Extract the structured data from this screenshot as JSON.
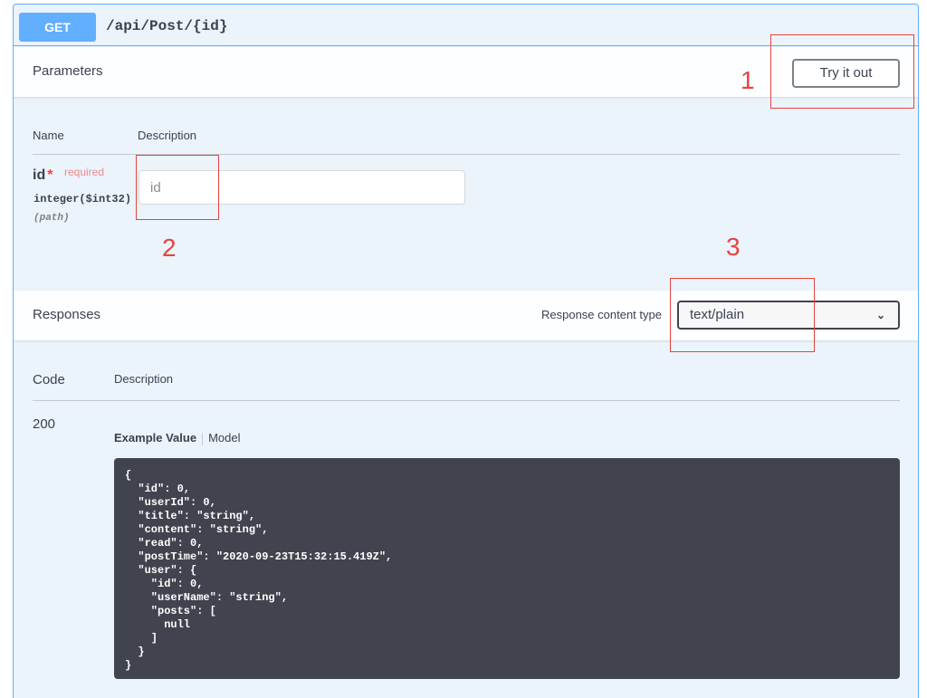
{
  "summary": {
    "method": "GET",
    "path": "/api/Post/{id}"
  },
  "parameters": {
    "title": "Parameters",
    "try_button": "Try it out",
    "col_name": "Name",
    "col_description": "Description",
    "param": {
      "name": "id",
      "star": "*",
      "required": "required",
      "type": "integer($int32)",
      "in": "(path)",
      "placeholder": "id"
    }
  },
  "responses": {
    "title": "Responses",
    "content_type_label": "Response content type",
    "content_type_value": "text/plain",
    "col_code": "Code",
    "col_description": "Description",
    "code": "200",
    "tab_example": "Example Value",
    "tab_model": "Model",
    "example": "{\n  \"id\": 0,\n  \"userId\": 0,\n  \"title\": \"string\",\n  \"content\": \"string\",\n  \"read\": 0,\n  \"postTime\": \"2020-09-23T15:32:15.419Z\",\n  \"user\": {\n    \"id\": 0,\n    \"userName\": \"string\",\n    \"posts\": [\n      null\n    ]\n  }\n}"
  },
  "annotations": [
    "1",
    "2",
    "3"
  ],
  "colors": {
    "method": "#61affe",
    "annotation": "#e8433b",
    "code_bg": "#41444e"
  },
  "icons": {
    "select": "chevron-down-icon"
  }
}
